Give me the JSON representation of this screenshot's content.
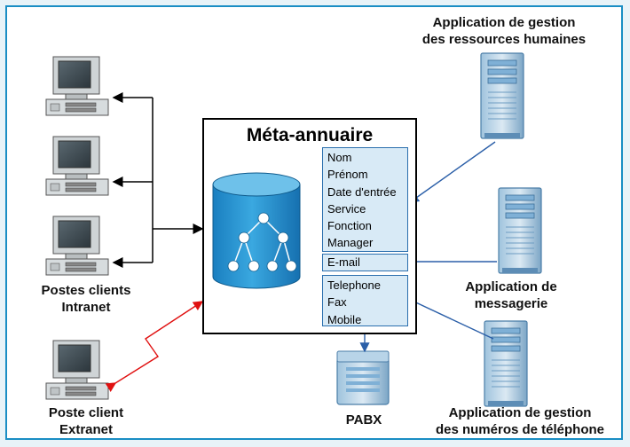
{
  "diagram": {
    "title": "Méta-annuaire",
    "fields_group_1": [
      "Nom",
      "Prénom",
      "Date d'entrée",
      "Service",
      "Fonction",
      "Manager"
    ],
    "fields_group_2": [
      "E-mail"
    ],
    "fields_group_3": [
      "Telephone",
      "Fax",
      "Mobile"
    ],
    "labels": {
      "intranet_clients": "Postes clients\nIntranet",
      "extranet_client": "Poste client\nExtranet",
      "hr_app": "Application de gestion\ndes ressources humaines",
      "messaging_app": "Application de\nmessagerie",
      "phone_app": "Application de gestion\ndes numéros de téléphone",
      "pabx": "PABX"
    }
  }
}
